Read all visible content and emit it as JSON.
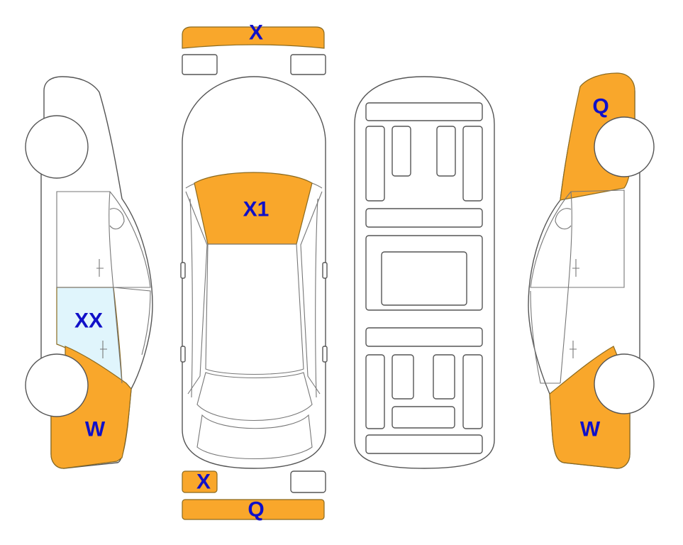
{
  "colors": {
    "damage": "#F9A72B",
    "glass_damage": "#E0F5FC",
    "label": "#1010C8",
    "outline": "#555555"
  },
  "labels": {
    "front_bumper": "X",
    "left_rear_quarter": "XX",
    "left_front_fender": "W",
    "windshield": "X1",
    "right_rear_quarter": "Q",
    "right_front_fender": "W",
    "rear_panel_left": "X",
    "rear_bumper": "Q"
  }
}
